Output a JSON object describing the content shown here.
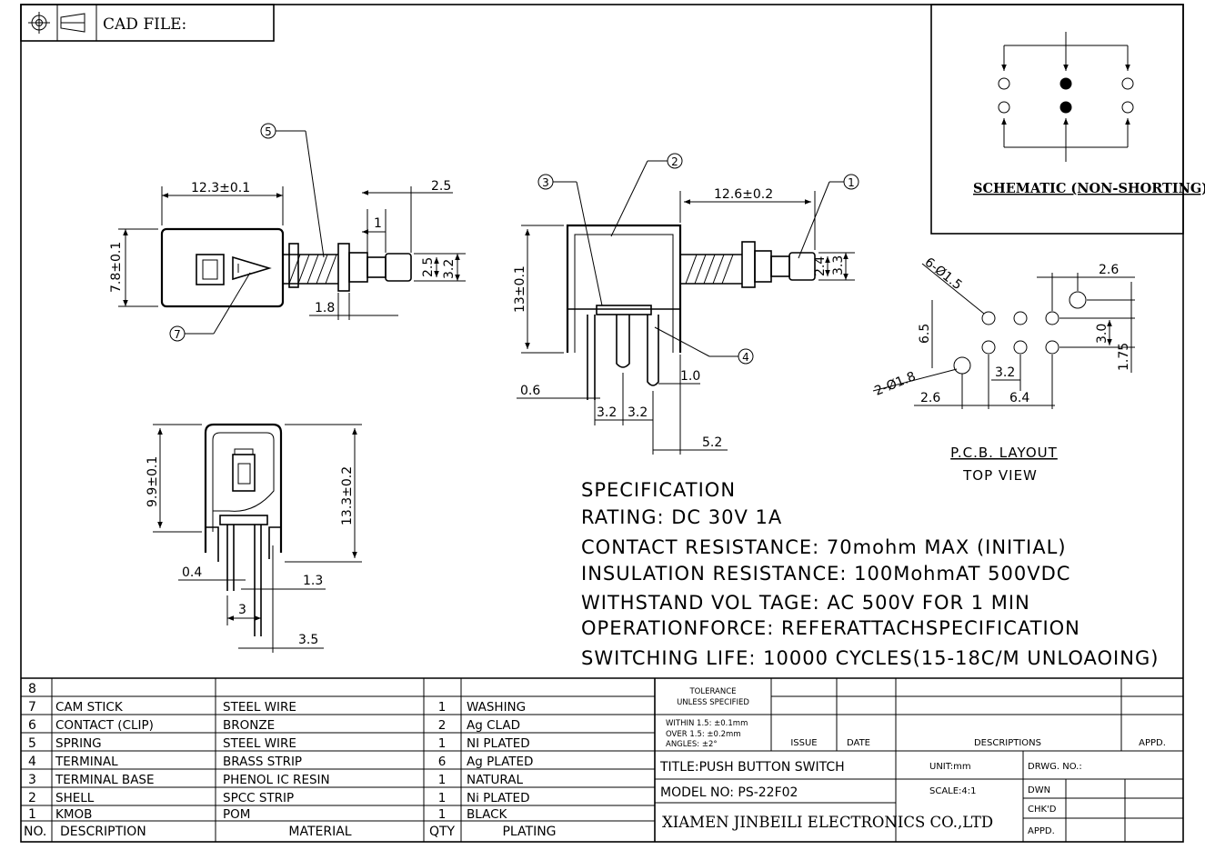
{
  "title_block": {
    "cad_label": "CAD FILE:"
  },
  "schematic": {
    "title": "SCHEMATIC (NON-SHORTING)"
  },
  "pcb": {
    "title": "P.C.B. LAYOUT",
    "subtitle": "TOP VIEW",
    "dims": {
      "holes_a": "6-Ø1.5",
      "holes_b": "2-Ø1.8",
      "d1": "2.6",
      "d2": "3.0",
      "d3": "1.75",
      "d4": "6.5",
      "d5": "3.2",
      "d6": "2.6",
      "d7": "6.4"
    }
  },
  "side_view": {
    "dims": {
      "length": "12.3±0.1",
      "height": "7.8±0.1",
      "d1": "2.5",
      "d2": "1",
      "d3": "2.5",
      "d4": "3.2",
      "d5": "1.8"
    },
    "callouts": {
      "c5": "5",
      "c7": "7"
    }
  },
  "front_view": {
    "dims": {
      "length": "12.6±0.2",
      "height": "13±0.1",
      "d1": "2.4",
      "d2": "3.3",
      "d3": "0.6",
      "d4": "3.2",
      "d5": "3.2",
      "d6": "1.0",
      "d7": "5.2"
    },
    "callouts": {
      "c1": "1",
      "c2": "2",
      "c3": "3",
      "c4": "4"
    }
  },
  "end_view": {
    "dims": {
      "h1": "9.9±0.1",
      "h2": "13.3±0.2",
      "d1": "0.4",
      "d2": "1.3",
      "d3": "3",
      "d4": "3.5"
    }
  },
  "specification": {
    "heading": "SPECIFICATION",
    "lines": [
      "RATING: DC 30V 1A",
      "CONTACT RESISTANCE: 70mohm MAX (INITIAL)",
      "INSULATION RESISTANCE: 100MohmAT 500VDC",
      "WITHSTAND VOL TAGE: AC 500V FOR 1 MIN",
      "OPERATIONFORCE: REFERATTACHSPECIFICATION",
      "SWITCHING LIFE: 10000 CYCLES(15-18C/M UNLOAOING)"
    ]
  },
  "bom": {
    "headers": {
      "no": "NO.",
      "description": "DESCRIPTION",
      "material": "MATERIAL",
      "qty": "QTY",
      "plating": "PLATING"
    },
    "rows": [
      {
        "no": "8",
        "description": "",
        "material": "",
        "qty": "",
        "plating": ""
      },
      {
        "no": "7",
        "description": "CAM STICK",
        "material": "STEEL WIRE",
        "qty": "1",
        "plating": "WASHING"
      },
      {
        "no": "6",
        "description": "CONTACT (CLIP)",
        "material": "BRONZE",
        "qty": "2",
        "plating": "Ag CLAD"
      },
      {
        "no": "5",
        "description": "SPRING",
        "material": "STEEL WIRE",
        "qty": "1",
        "plating": "NI PLATED"
      },
      {
        "no": "4",
        "description": "TERMINAL",
        "material": "BRASS STRIP",
        "qty": "6",
        "plating": "Ag PLATED"
      },
      {
        "no": "3",
        "description": "TERMINAL BASE",
        "material": "PHENOL IC RESIN",
        "qty": "1",
        "plating": "NATURAL"
      },
      {
        "no": "2",
        "description": "SHELL",
        "material": "SPCC STRIP",
        "qty": "1",
        "plating": "Ni PLATED"
      },
      {
        "no": "1",
        "description": "KMOB",
        "material": "POM",
        "qty": "1",
        "plating": "BLACK"
      }
    ]
  },
  "tolerance": {
    "heading_1": "TOLERANCE",
    "heading_2": "UNLESS SPECIFIED",
    "line_1": "WITHIN 1.5: ±0.1mm",
    "line_2": "OVER 1.5:  ±0.2mm",
    "line_3": "ANGLES: ±2°"
  },
  "revision": {
    "issue": "ISSUE",
    "date": "DATE",
    "descriptions": "DESCRIPTIONS",
    "appd": "APPD."
  },
  "info": {
    "title": "TITLE:PUSH BUTTON SWITCH",
    "model": "MODEL NO: PS-22F02",
    "company": "XIAMEN JINBEILI ELECTRONICS CO.,LTD",
    "unit": "UNIT:mm",
    "scale": "SCALE:4:1",
    "drwg_no": "DRWG. NO.:",
    "dwn": "DWN",
    "chkd": "CHK'D",
    "appd": "APPD."
  }
}
